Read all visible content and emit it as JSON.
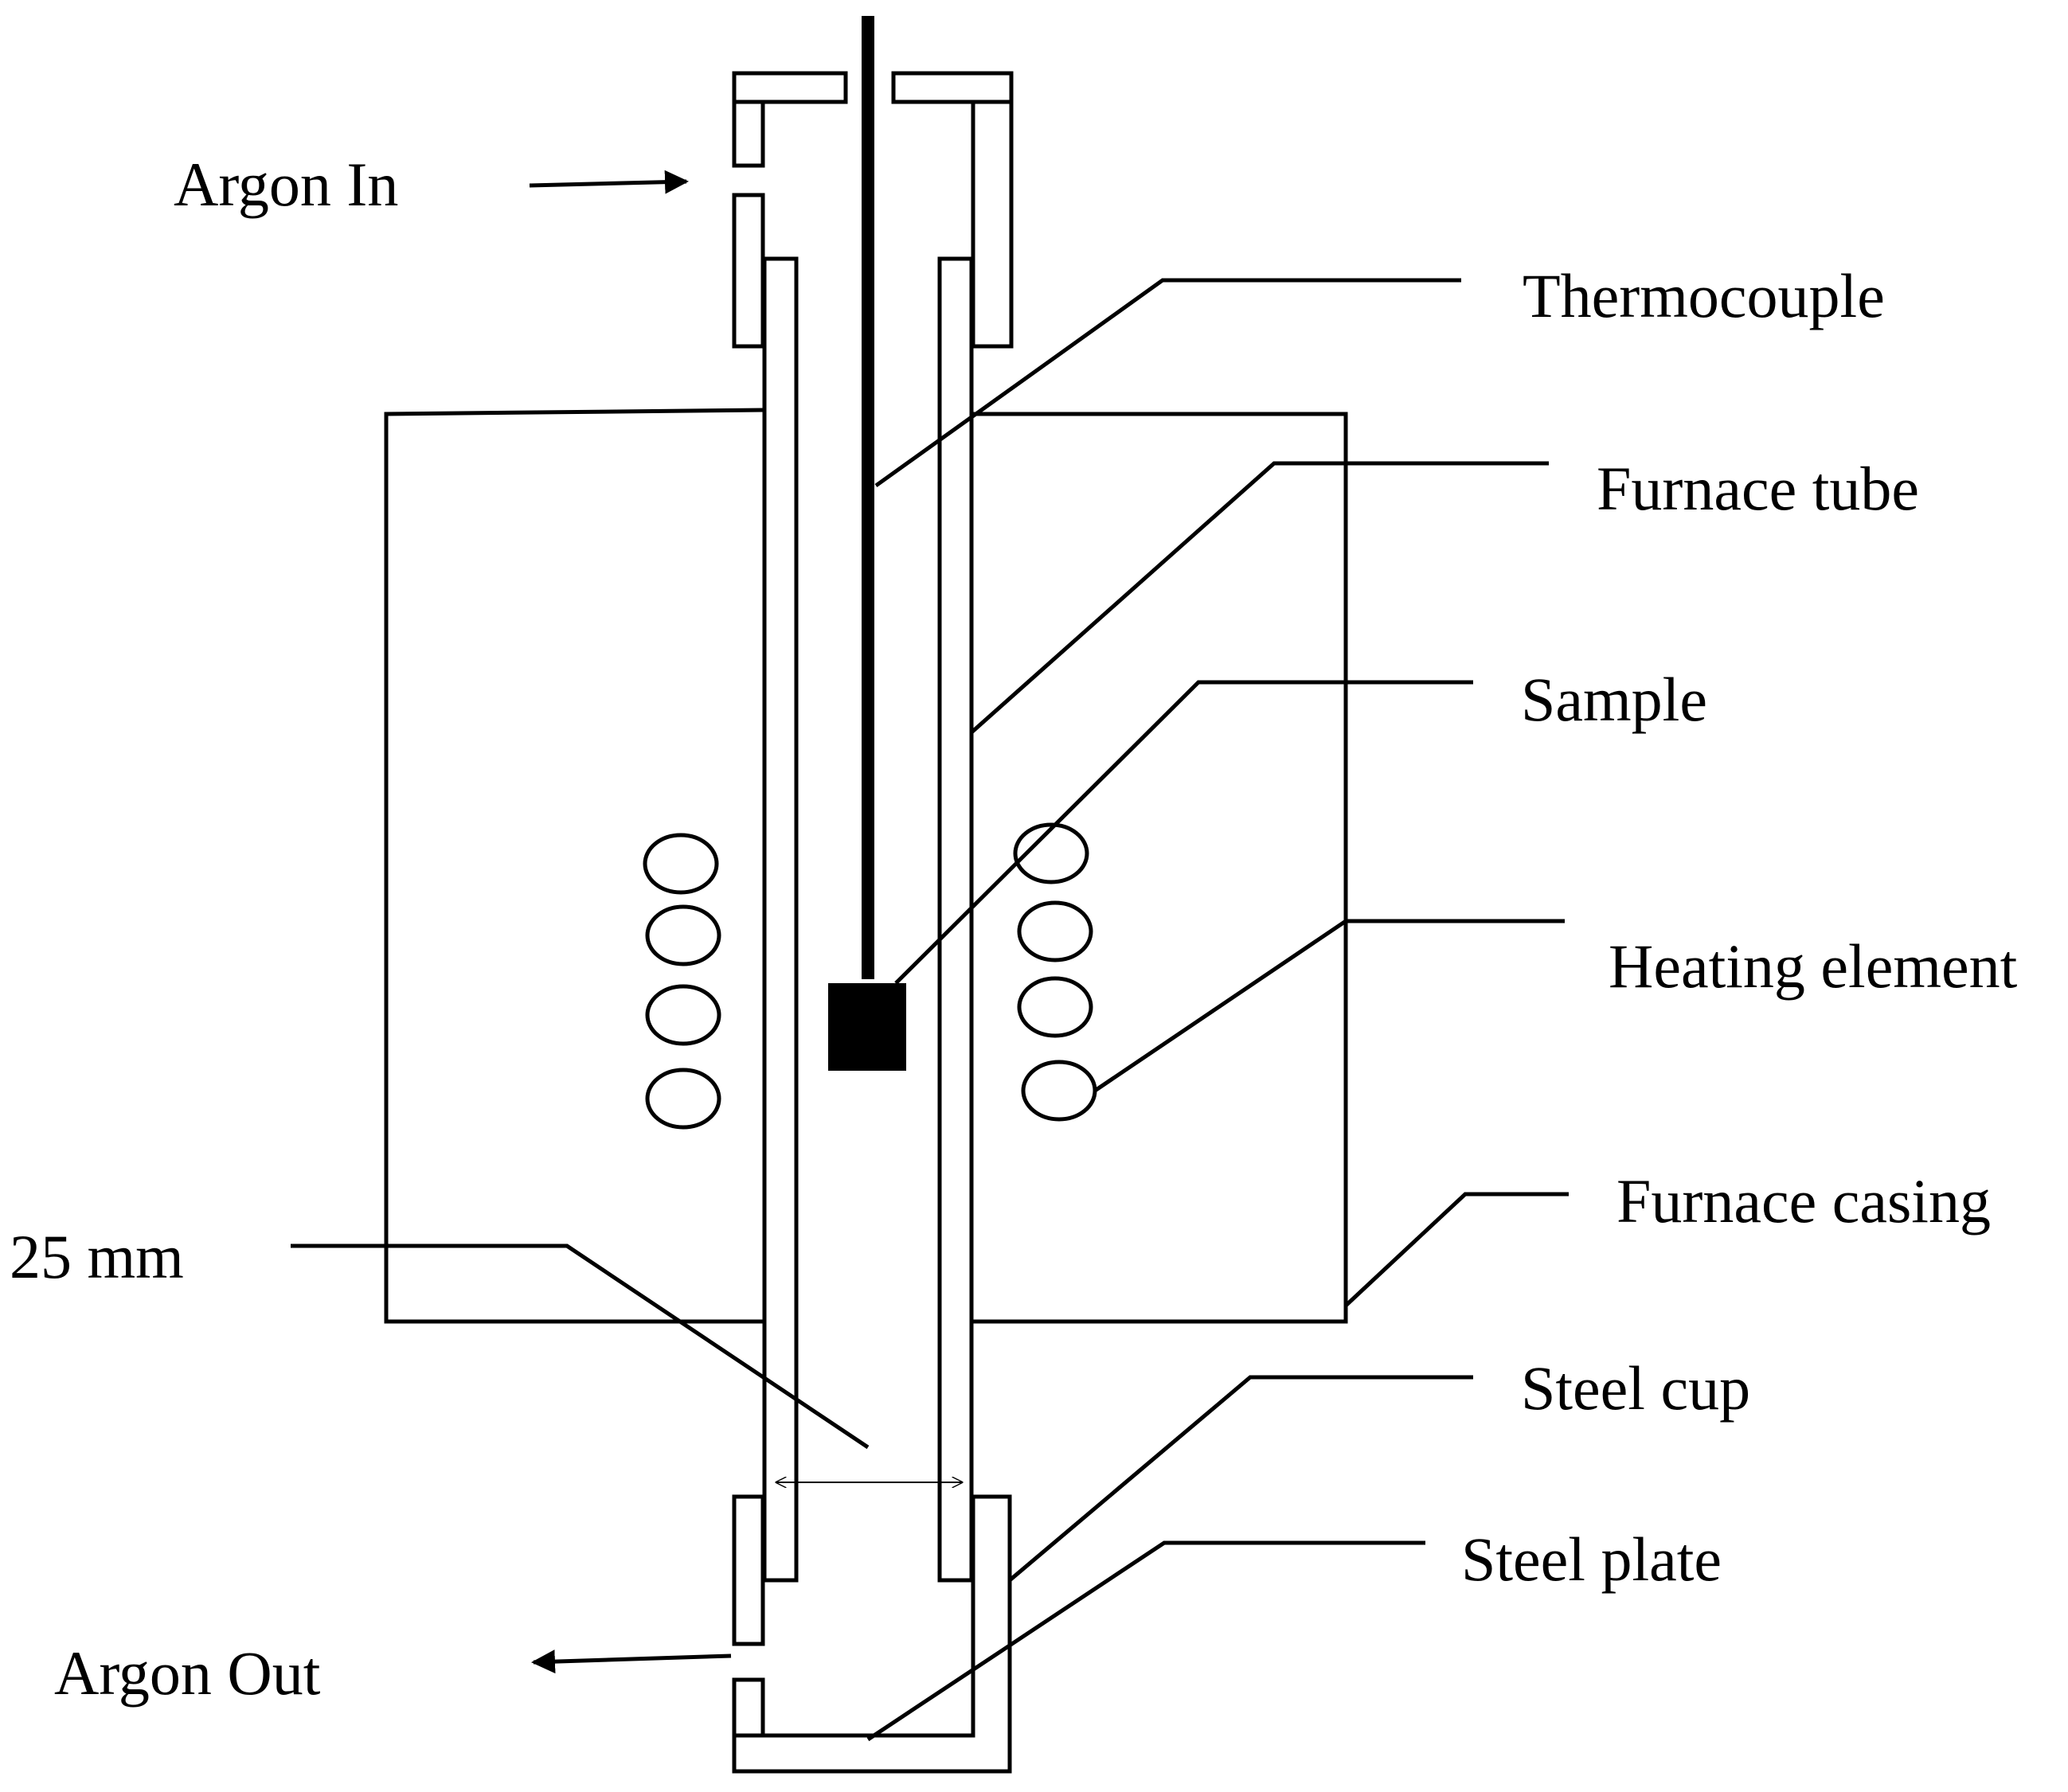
{
  "labels": {
    "argon_in": "Argon In",
    "argon_out": "Argon Out",
    "thermocouple": "Thermocouple",
    "furnace_tube": "Furnace tube",
    "sample": "Sample",
    "heating_element": "Heating element",
    "furnace_casing": "Furnace casing",
    "dimension": "25 mm",
    "steel_cup": "Steel cup",
    "steel_plate": "Steel plate"
  },
  "colors": {
    "line": "#000000",
    "background": "#ffffff"
  }
}
